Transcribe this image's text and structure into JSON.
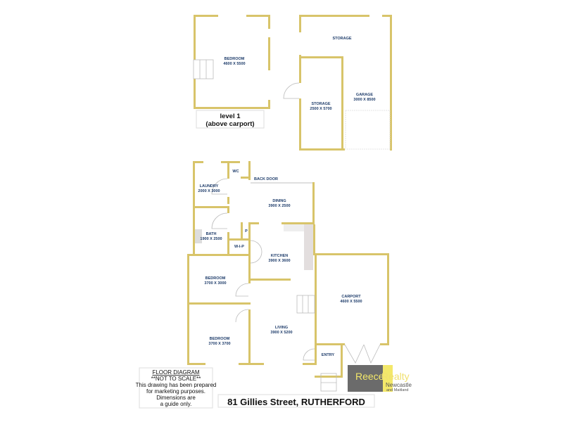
{
  "upper_level": {
    "bedroom": {
      "name": "BEDROOM",
      "size": "4600 X 5500"
    },
    "level_label": {
      "line1": "level 1",
      "line2": "(above carport)"
    }
  },
  "outbuilding": {
    "storage_top": {
      "name": "STORAGE"
    },
    "storage": {
      "name": "STORAGE",
      "size": "2500 X 5700"
    },
    "garage": {
      "name": "GARAGE",
      "size": "3000 X 8500"
    }
  },
  "house": {
    "wc": {
      "name": "WC"
    },
    "back_door": {
      "name": "BACK DOOR"
    },
    "laundry": {
      "name": "LAUNDRY",
      "size": "2000 X 3000"
    },
    "dining": {
      "name": "DINING",
      "size": "3900 X 2500"
    },
    "bath": {
      "name": "BATH",
      "size": "1900 X 2500"
    },
    "pantry": {
      "name": "P"
    },
    "wip": {
      "name": "W-I-P"
    },
    "kitchen": {
      "name": "KITCHEN",
      "size": "3900 X 3600"
    },
    "bedroom1": {
      "name": "BEDROOM",
      "size": "3700 X 3000"
    },
    "bedroom2": {
      "name": "BEDROOM",
      "size": "3700 X 3700"
    },
    "living": {
      "name": "LIVING",
      "size": "3900 X 5200"
    },
    "carport": {
      "name": "CARPORT",
      "size": "4600 X 5500"
    },
    "entry": {
      "name": "ENTRY"
    }
  },
  "disclaimer": {
    "title": "FLOOR DIAGRAM",
    "subtitle": "**NOT TO SCALE**",
    "lines": [
      "This drawing has been prepared",
      "for marketing purposes.",
      "Dimensions are",
      "a guide only."
    ]
  },
  "address": "81 Gillies Street, RUTHERFORD",
  "logo": {
    "brand_a": "Reece",
    "brand_b": "Realty",
    "line1": "Newcastle",
    "line2": "and Maitland",
    "grey": "#6b6b6b",
    "yellow": "#f3e86a"
  }
}
